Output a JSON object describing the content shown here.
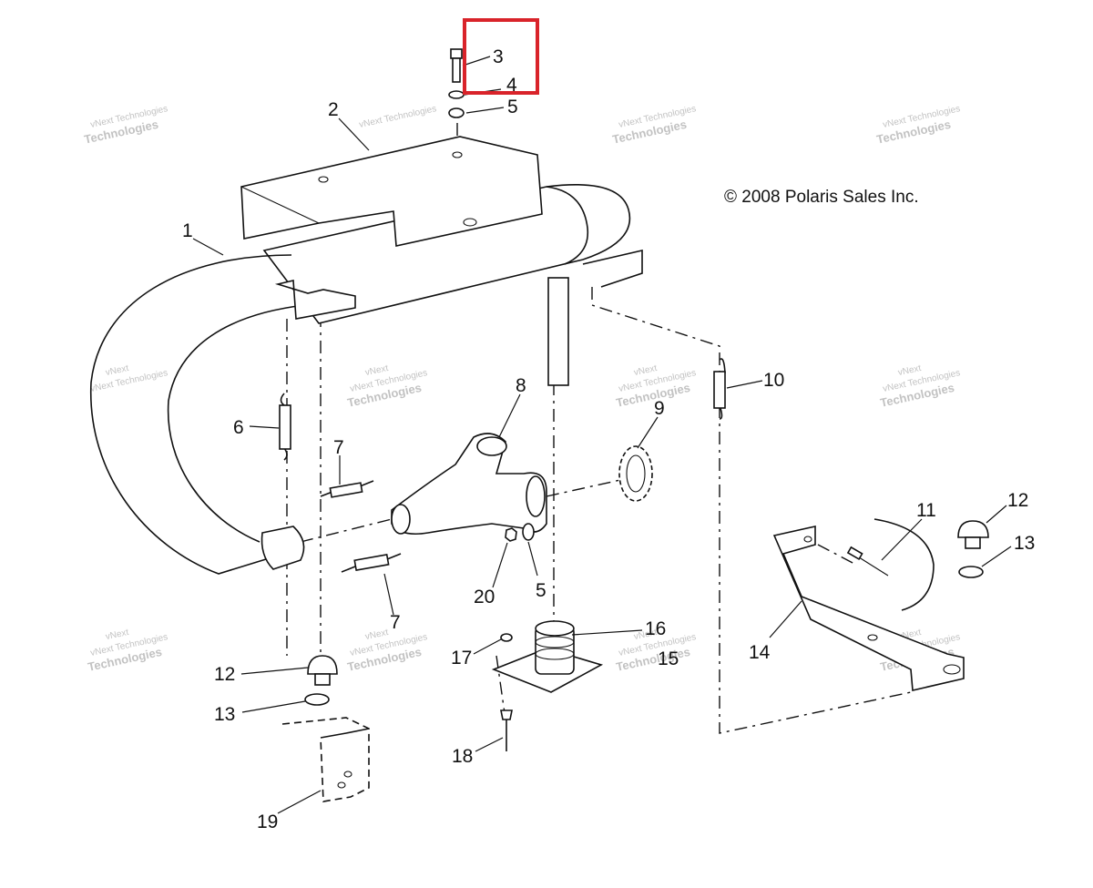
{
  "copyright": "© 2008 Polaris Sales Inc.",
  "watermark": {
    "line1": "vNext Technologies",
    "line2": "vNext",
    "line3": "Technologies"
  },
  "highlight_color": "#d9232a",
  "labels": {
    "p1": "1",
    "p2": "2",
    "p3": "3",
    "p4": "4",
    "p5a": "5",
    "p5b": "5",
    "p6": "6",
    "p7a": "7",
    "p7b": "7",
    "p8": "8",
    "p9": "9",
    "p10": "10",
    "p11": "11",
    "p12a": "12",
    "p12b": "12",
    "p13a": "13",
    "p13b": "13",
    "p14": "14",
    "p15": "15",
    "p16": "16",
    "p17": "17",
    "p18": "18",
    "p19": "19",
    "p20": "20"
  }
}
